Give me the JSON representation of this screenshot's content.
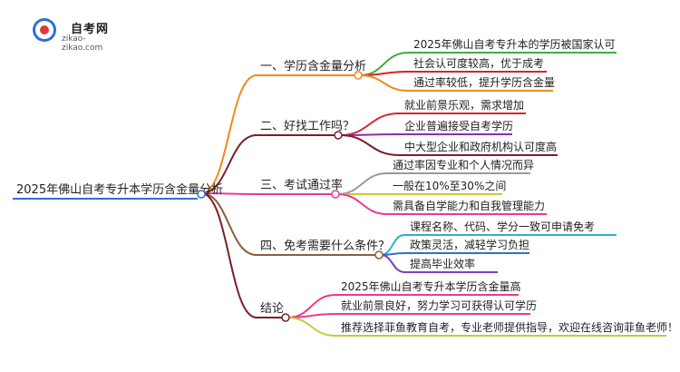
{
  "logo": {
    "title": "自考网",
    "url": "zikao-zikao.com"
  },
  "root": {
    "label": "2025年佛山自考专升本学历含金量分析"
  },
  "branches": [
    {
      "label": "一、学历含金量分析",
      "color": "#f28a1c",
      "leaves": [
        {
          "label": "2025年佛山自考专升本的学历被国家认可",
          "color": "#3fae3f"
        },
        {
          "label": "社会认可度较高，优于成考",
          "color": "#d8232a"
        },
        {
          "label": "通过率较低，提升学历含金量",
          "color": "#f28a1c"
        }
      ]
    },
    {
      "label": "二、好找工作吗？",
      "color": "#7a1f2b",
      "leaves": [
        {
          "label": "就业前景乐观，需求增加",
          "color": "#d8232a"
        },
        {
          "label": "企业普遍接受自考学历",
          "color": "#8a2fb0"
        },
        {
          "label": "中大型企业和政府机构认可度高",
          "color": "#7a1f2b"
        }
      ]
    },
    {
      "label": "三、考试通过率",
      "color": "#e93c8c",
      "leaves": [
        {
          "label": "通过率因专业和个人情况而异",
          "color": "#9a9a9a"
        },
        {
          "label": "一般在10%至30%之间",
          "color": "#c8c83a"
        },
        {
          "label": "需具备自学能力和自我管理能力",
          "color": "#e93c8c"
        }
      ]
    },
    {
      "label": "四、免考需要什么条件？",
      "color": "#8b5e3c",
      "leaves": [
        {
          "label": "课程名称、代码、学分一致可申请免考",
          "color": "#2ab3c8"
        },
        {
          "label": "政策灵活，减轻学习负担",
          "color": "#2f6fd1"
        },
        {
          "label": "提高毕业效率",
          "color": "#7a3fc4"
        }
      ]
    },
    {
      "label": "结论",
      "color": "#7a1f2b",
      "leaves": [
        {
          "label": "2025年佛山自考专升本学历含金量高",
          "color": "#e93c8c"
        },
        {
          "label": "就业前景良好，努力学习可获得认可学历",
          "color": "#e93c8c"
        },
        {
          "label": "推荐选择菲鱼教育自考，专业老师提供指导，欢迎在线咨询菲鱼老师！",
          "color": "#c8c83a"
        }
      ]
    }
  ]
}
